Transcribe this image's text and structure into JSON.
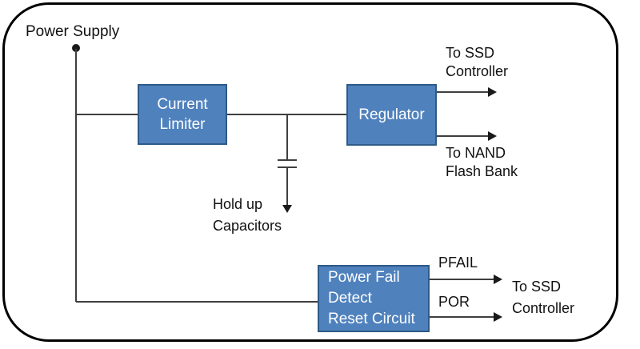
{
  "labels": {
    "power_supply": "Power Supply"
  },
  "blocks": {
    "current_limiter": [
      "Current",
      "Limiter"
    ],
    "regulator": [
      "Regulator"
    ],
    "power_fail_detect": [
      "Power Fail",
      "Detect",
      "Reset Circuit"
    ]
  },
  "annotations": {
    "to_ssd_controller_top": [
      "To SSD",
      "Controller"
    ],
    "to_nand_flash_bank": [
      "To NAND",
      "Flash Bank"
    ],
    "hold_up_capacitors": [
      "Hold up",
      "Capacitors"
    ],
    "pfail": "PFAIL",
    "por": "POR",
    "to_ssd_controller_bottom": [
      "To SSD",
      "Controller"
    ]
  },
  "colors": {
    "block_fill": "#4F81BD",
    "block_border": "#2E5A87",
    "block_text": "#FFFFFF",
    "wire": "#3F3F3F",
    "arrow": "#1A1A1A",
    "frame": "#000000",
    "text": "#111111",
    "bg": "#FFFFFF"
  }
}
